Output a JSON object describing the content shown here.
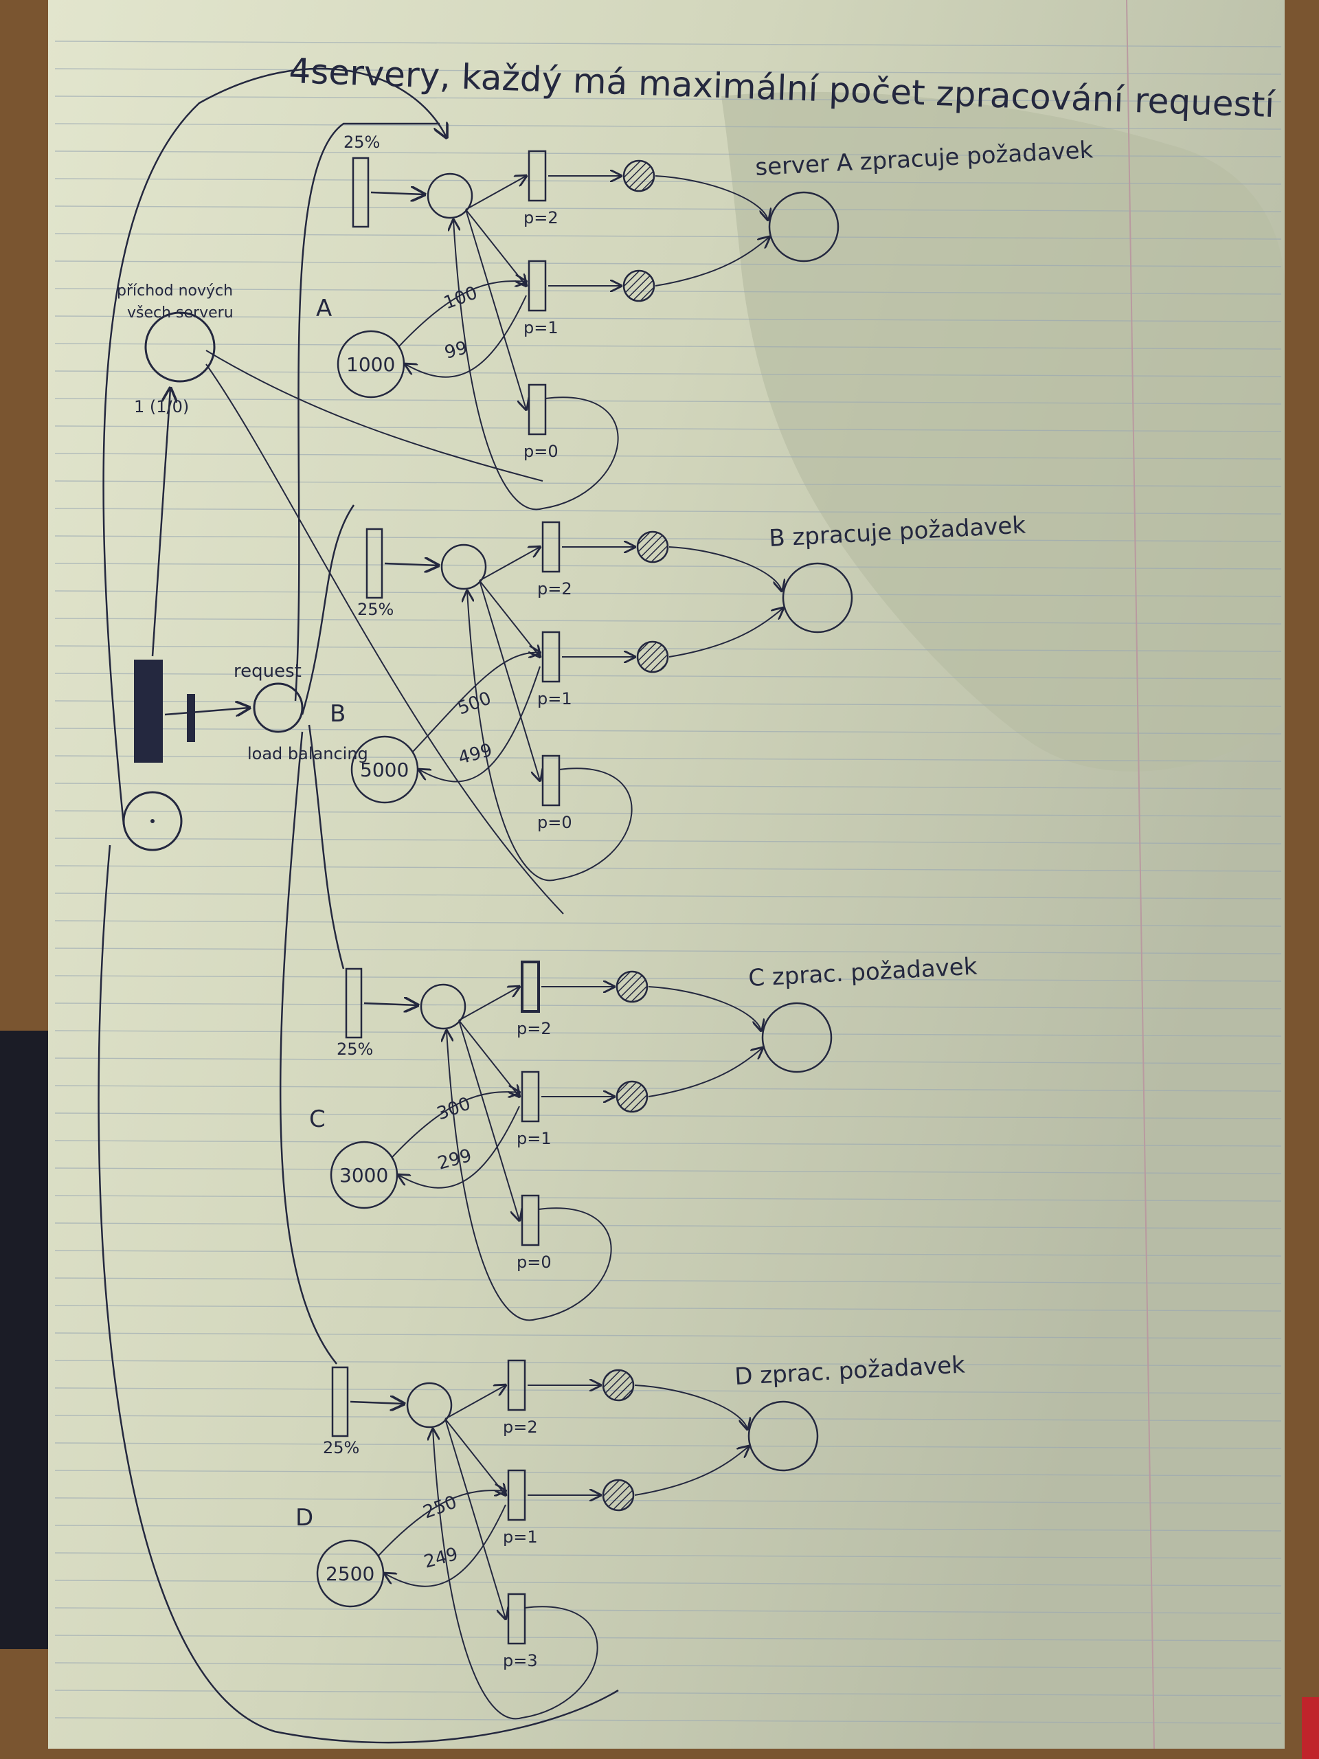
{
  "title": "4servery, každý má maximální počet zpracování requestí",
  "colors": {
    "paper": "#d9dcc4",
    "paper_shadow": "#b9bea8",
    "ink": "#24283f",
    "line": "#9aa8b3",
    "margin_line": "#b99aa0",
    "desk": "#7a5530"
  },
  "left_side": {
    "counter_label": "příchod nových\nvšech serveru",
    "counter_value": "1 (1/0)",
    "request_label": "request",
    "load_label": "load balancing"
  },
  "servers": [
    {
      "id": "A",
      "pool_label": "A",
      "pool_tokens": "1000",
      "share": "25%",
      "done_label": "server A zpracuje požadavek",
      "prio_high": "p=2",
      "prio_mid": "p=1",
      "prio_low": "p=0",
      "arc_take": "100",
      "arc_return": "99"
    },
    {
      "id": "B",
      "pool_label": "B",
      "pool_tokens": "5000",
      "share": "25%",
      "done_label": "B zpracuje požadavek",
      "prio_high": "p=2",
      "prio_mid": "p=1",
      "prio_low": "p=0",
      "arc_take": "500",
      "arc_return": "499"
    },
    {
      "id": "C",
      "pool_label": "C",
      "pool_tokens": "3000",
      "share": "25%",
      "done_label": "C zprac. požadavek",
      "prio_high": "p=2",
      "prio_mid": "p=1",
      "prio_low": "p=0",
      "arc_take": "300",
      "arc_return": "299"
    },
    {
      "id": "D",
      "pool_label": "D",
      "pool_tokens": "2500",
      "share": "25%",
      "done_label": "D zprac. požadavek",
      "prio_high": "p=2",
      "prio_mid": "p=1",
      "prio_low": "p=3",
      "arc_take": "250",
      "arc_return": "249"
    }
  ]
}
